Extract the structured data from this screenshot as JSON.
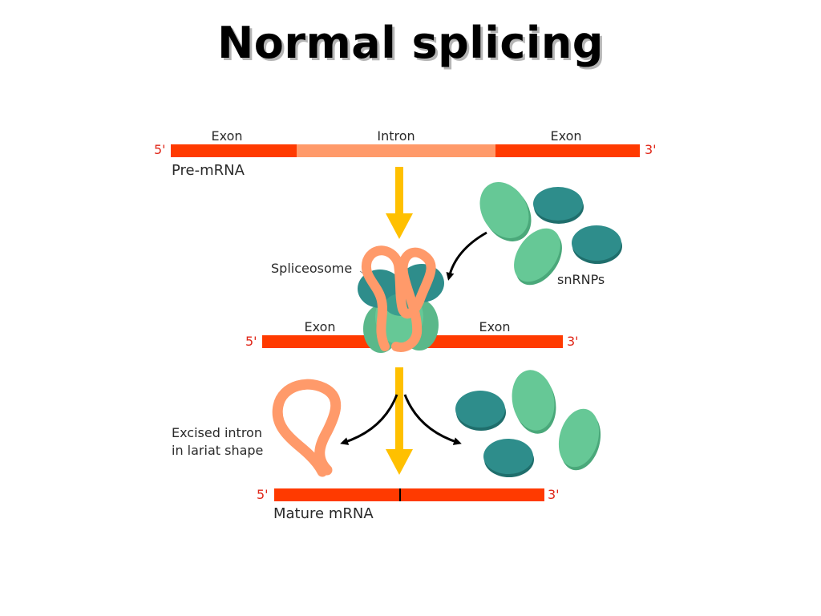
{
  "title": "Normal splicing",
  "colors": {
    "exon": "#ff3a00",
    "intron": "#ff9a6a",
    "end_label": "#e0281a",
    "arrow_yellow": "#ffc000",
    "snrnp_light": "#66c896",
    "snrnp_dark": "#2e8d8b"
  },
  "pre_mrna": {
    "exon_left_label": "Exon",
    "intron_label": "Intron",
    "exon_right_label": "Exon",
    "five_prime": "5'",
    "three_prime": "3'",
    "name": "Pre-mRNA"
  },
  "spliceosome": {
    "label": "Spliceosome",
    "snrnps_label": "snRNPs",
    "exon_left_label": "Exon",
    "exon_right_label": "Exon",
    "five_prime": "5'",
    "three_prime": "3'"
  },
  "products": {
    "lariat_label_line1": "Excised intron",
    "lariat_label_line2": "in lariat shape",
    "five_prime": "5'",
    "three_prime": "3'",
    "mature_name": "Mature mRNA"
  }
}
